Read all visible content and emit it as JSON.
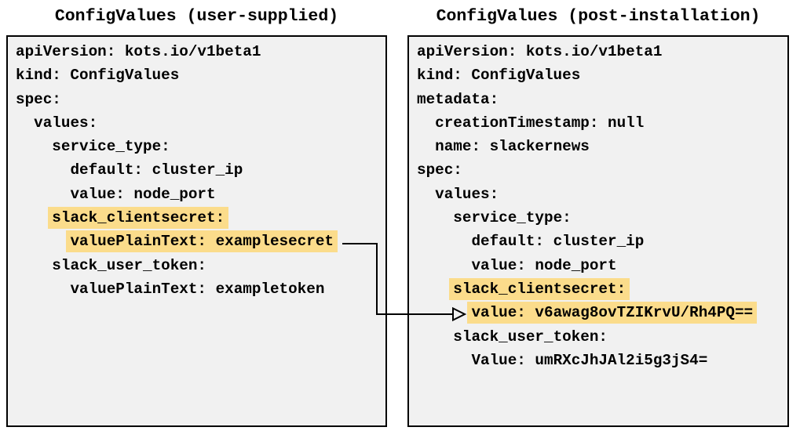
{
  "colors": {
    "page_bg": "#ffffff",
    "panel_bg": "#f1f1f1",
    "panel_border": "#000000",
    "highlight": "#fbdc8b",
    "text": "#000000",
    "arrow": "#000000"
  },
  "panels": [
    {
      "id": "user-supplied",
      "title": "ConfigValues (user-supplied)",
      "lines": [
        {
          "indent": "",
          "text": "apiVersion: kots.io/v1beta1",
          "highlight": false
        },
        {
          "indent": "",
          "text": "kind: ConfigValues",
          "highlight": false
        },
        {
          "indent": "",
          "text": "spec:",
          "highlight": false
        },
        {
          "indent": "  ",
          "text": "values:",
          "highlight": false
        },
        {
          "indent": "    ",
          "text": "service_type:",
          "highlight": false
        },
        {
          "indent": "      ",
          "text": "default: cluster_ip",
          "highlight": false
        },
        {
          "indent": "      ",
          "text": "value: node_port",
          "highlight": false
        },
        {
          "indent": "    ",
          "text": "slack_clientsecret:",
          "highlight": true
        },
        {
          "indent": "      ",
          "text": "valuePlainText: examplesecret",
          "highlight": true
        },
        {
          "indent": "    ",
          "text": "slack_user_token:",
          "highlight": false
        },
        {
          "indent": "      ",
          "text": "valuePlainText: exampletoken",
          "highlight": false
        }
      ]
    },
    {
      "id": "post-installation",
      "title": "ConfigValues (post-installation)",
      "lines": [
        {
          "indent": "",
          "text": "apiVersion: kots.io/v1beta1",
          "highlight": false
        },
        {
          "indent": "",
          "text": "kind: ConfigValues",
          "highlight": false
        },
        {
          "indent": "",
          "text": "metadata:",
          "highlight": false
        },
        {
          "indent": "  ",
          "text": "creationTimestamp: null",
          "highlight": false
        },
        {
          "indent": "  ",
          "text": "name: slackernews",
          "highlight": false
        },
        {
          "indent": "",
          "text": "spec:",
          "highlight": false
        },
        {
          "indent": "  ",
          "text": "values:",
          "highlight": false
        },
        {
          "indent": "    ",
          "text": "service_type:",
          "highlight": false
        },
        {
          "indent": "      ",
          "text": "default: cluster_ip",
          "highlight": false
        },
        {
          "indent": "      ",
          "text": "value: node_port",
          "highlight": false
        },
        {
          "indent": "    ",
          "text": "slack_clientsecret:",
          "highlight": true
        },
        {
          "indent": "      ",
          "text": "value: v6awag8ovTZIKrvU/Rh4PQ==",
          "highlight": true
        },
        {
          "indent": "    ",
          "text": "slack_user_token:",
          "highlight": false
        },
        {
          "indent": "      ",
          "text": "Value: umRXcJhJAl2i5g3jS4=",
          "highlight": false
        }
      ]
    }
  ],
  "connector": {
    "from_text": "valuePlainText: examplesecret",
    "to_text": "value: v6awag8ovTZIKrvU/Rh4PQ=="
  }
}
